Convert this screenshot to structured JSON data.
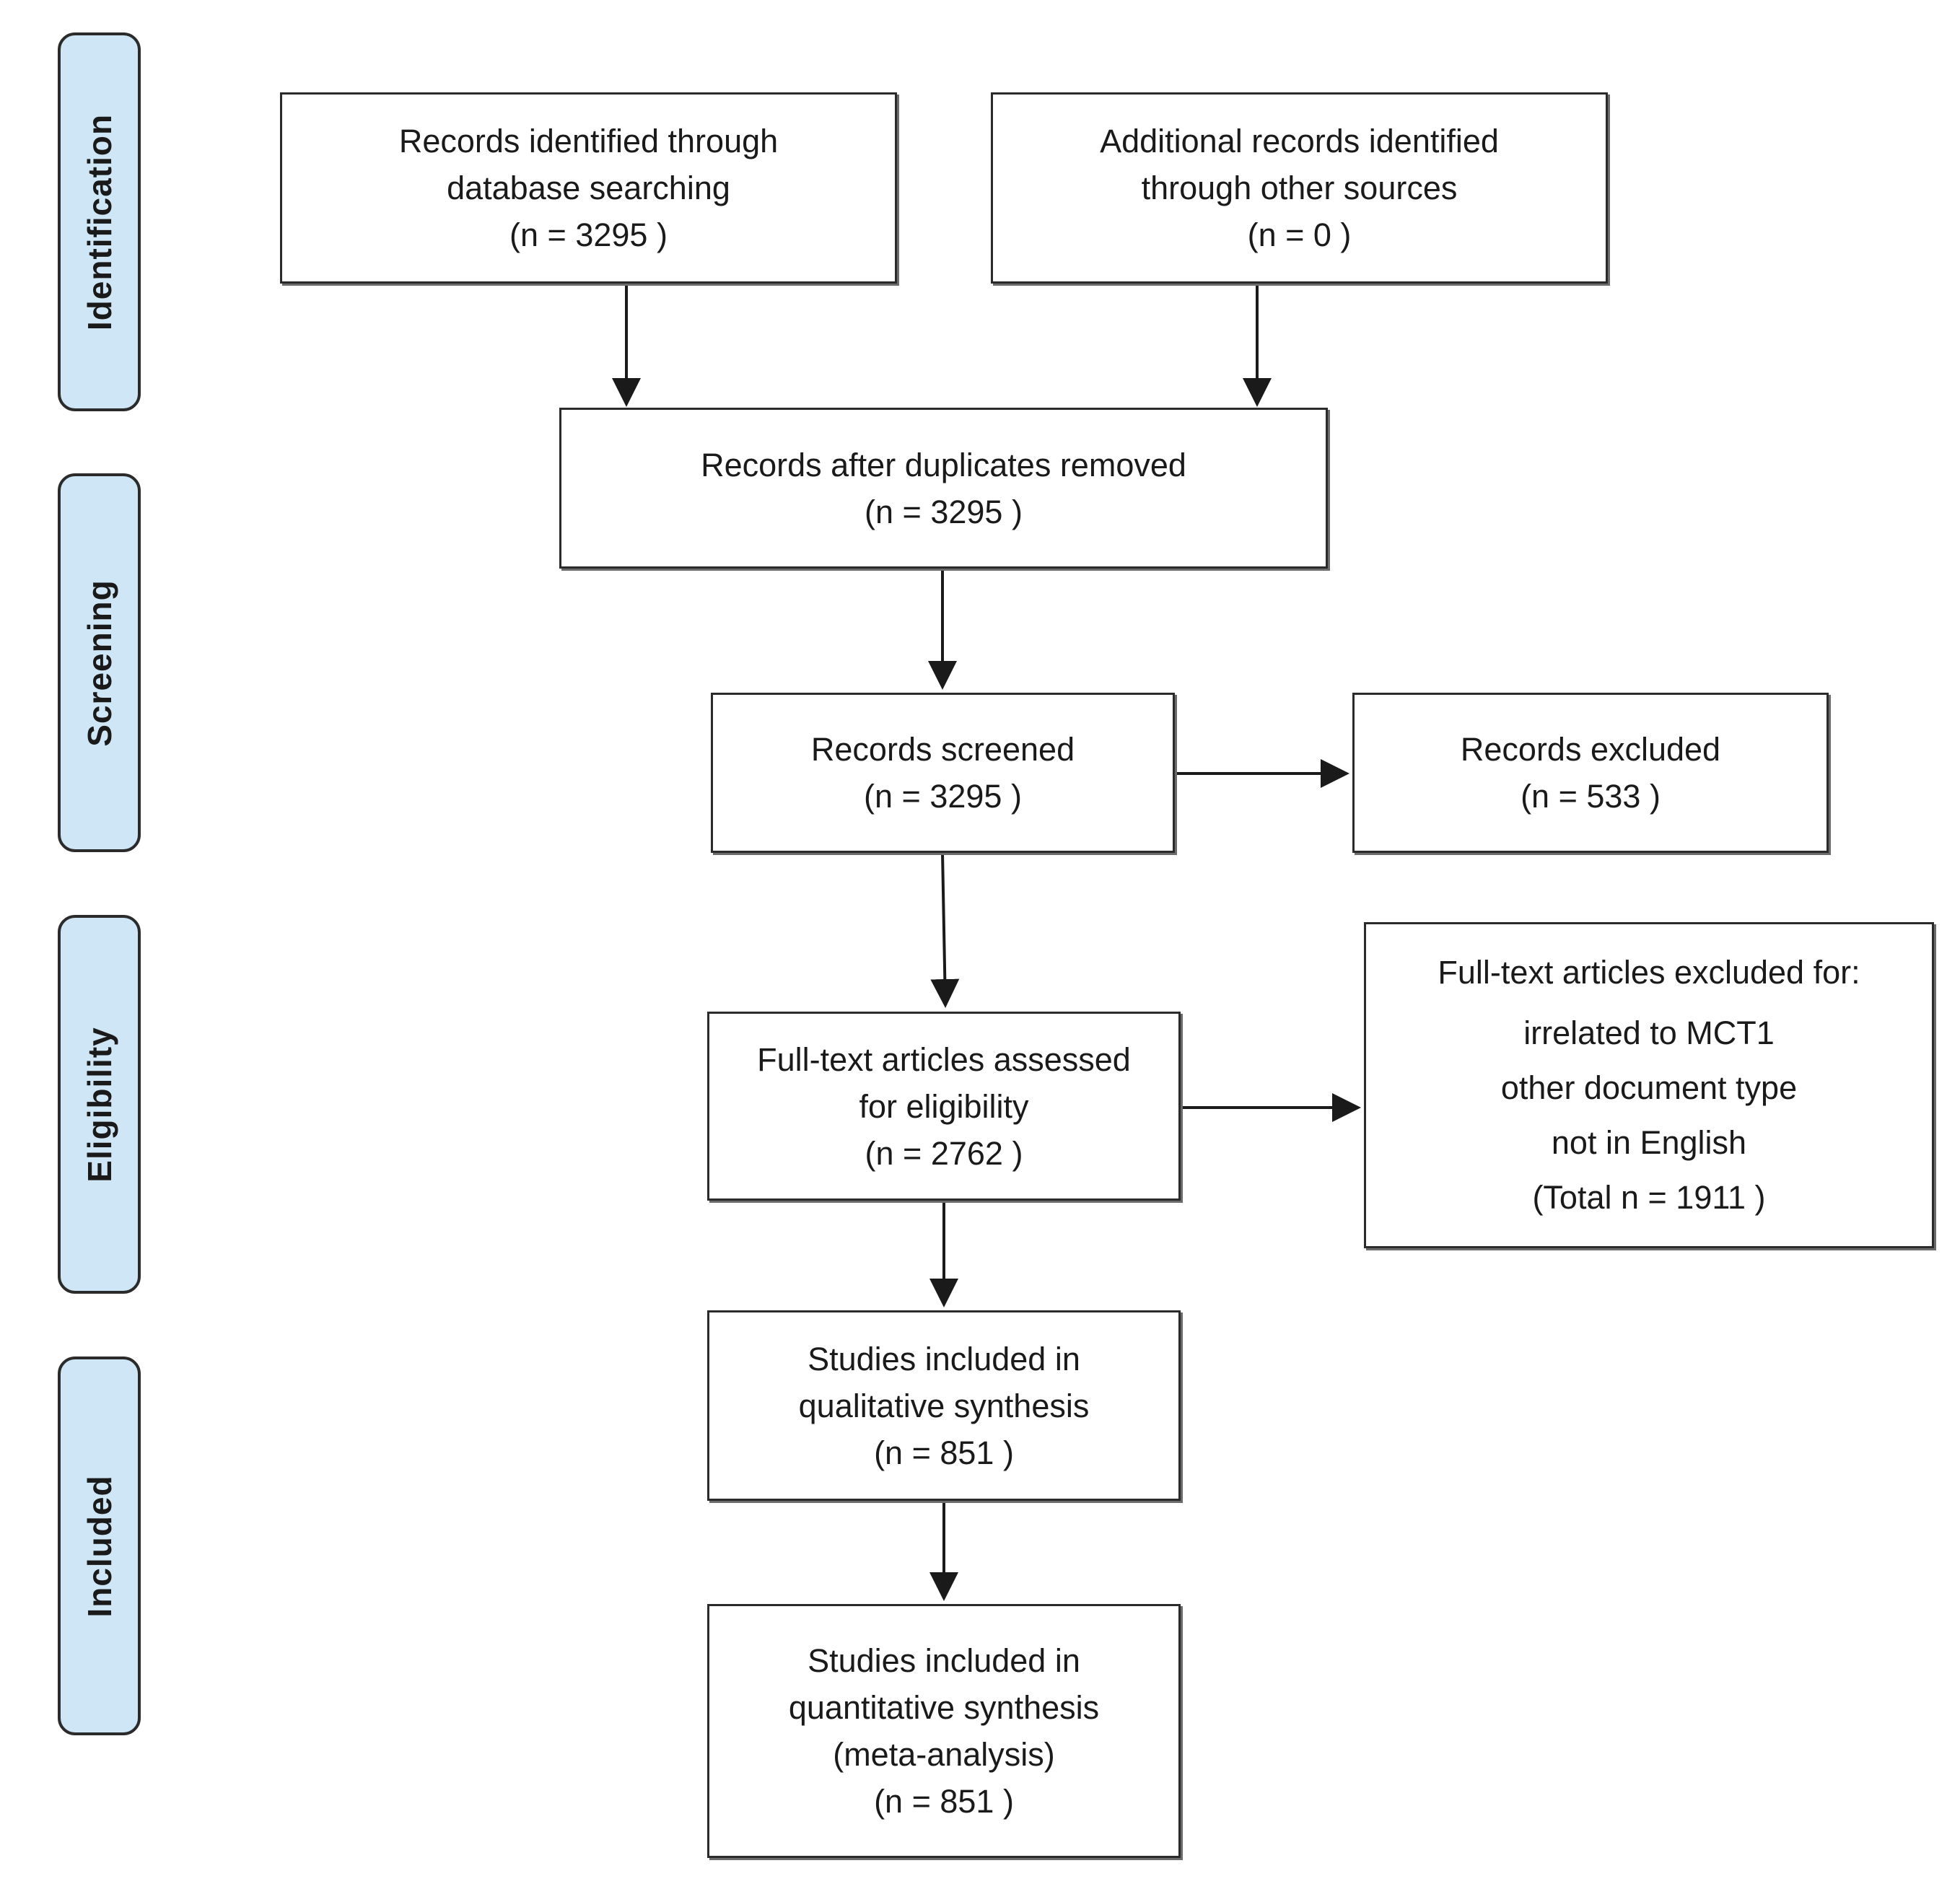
{
  "phases": {
    "identification": "Identification",
    "screening": "Screening",
    "eligibility": "Eligibility",
    "included": "Included"
  },
  "boxes": {
    "database": {
      "line1": "Records identified through",
      "line2": "database searching",
      "count": "(n = 3295  )"
    },
    "other_sources": {
      "line1": "Additional records identified",
      "line2": "through other sources",
      "count": "(n = 0  )"
    },
    "duplicates_removed": {
      "line1": "Records after duplicates removed",
      "count": "(n = 3295  )"
    },
    "screened": {
      "line1": "Records screened",
      "count": "(n = 3295  )"
    },
    "excluded": {
      "line1": "Records excluded",
      "count": "(n = 533  )"
    },
    "fulltext_assessed": {
      "line1": "Full-text articles assessed",
      "line2": "for eligibility",
      "count": "(n =  2762 )"
    },
    "fulltext_excluded": {
      "line1": "Full-text articles excluded for:",
      "reason1": "irrelated to MCT1",
      "reason2": "other document type",
      "reason3": "not in English",
      "count": "(Total n = 1911  )"
    },
    "qualitative": {
      "line1": "Studies included in",
      "line2": "qualitative synthesis",
      "count": "(n = 851  )"
    },
    "quantitative": {
      "line1": "Studies included in",
      "line2": "quantitative synthesis",
      "line3": "(meta-analysis)",
      "count": "(n = 851  )"
    }
  }
}
